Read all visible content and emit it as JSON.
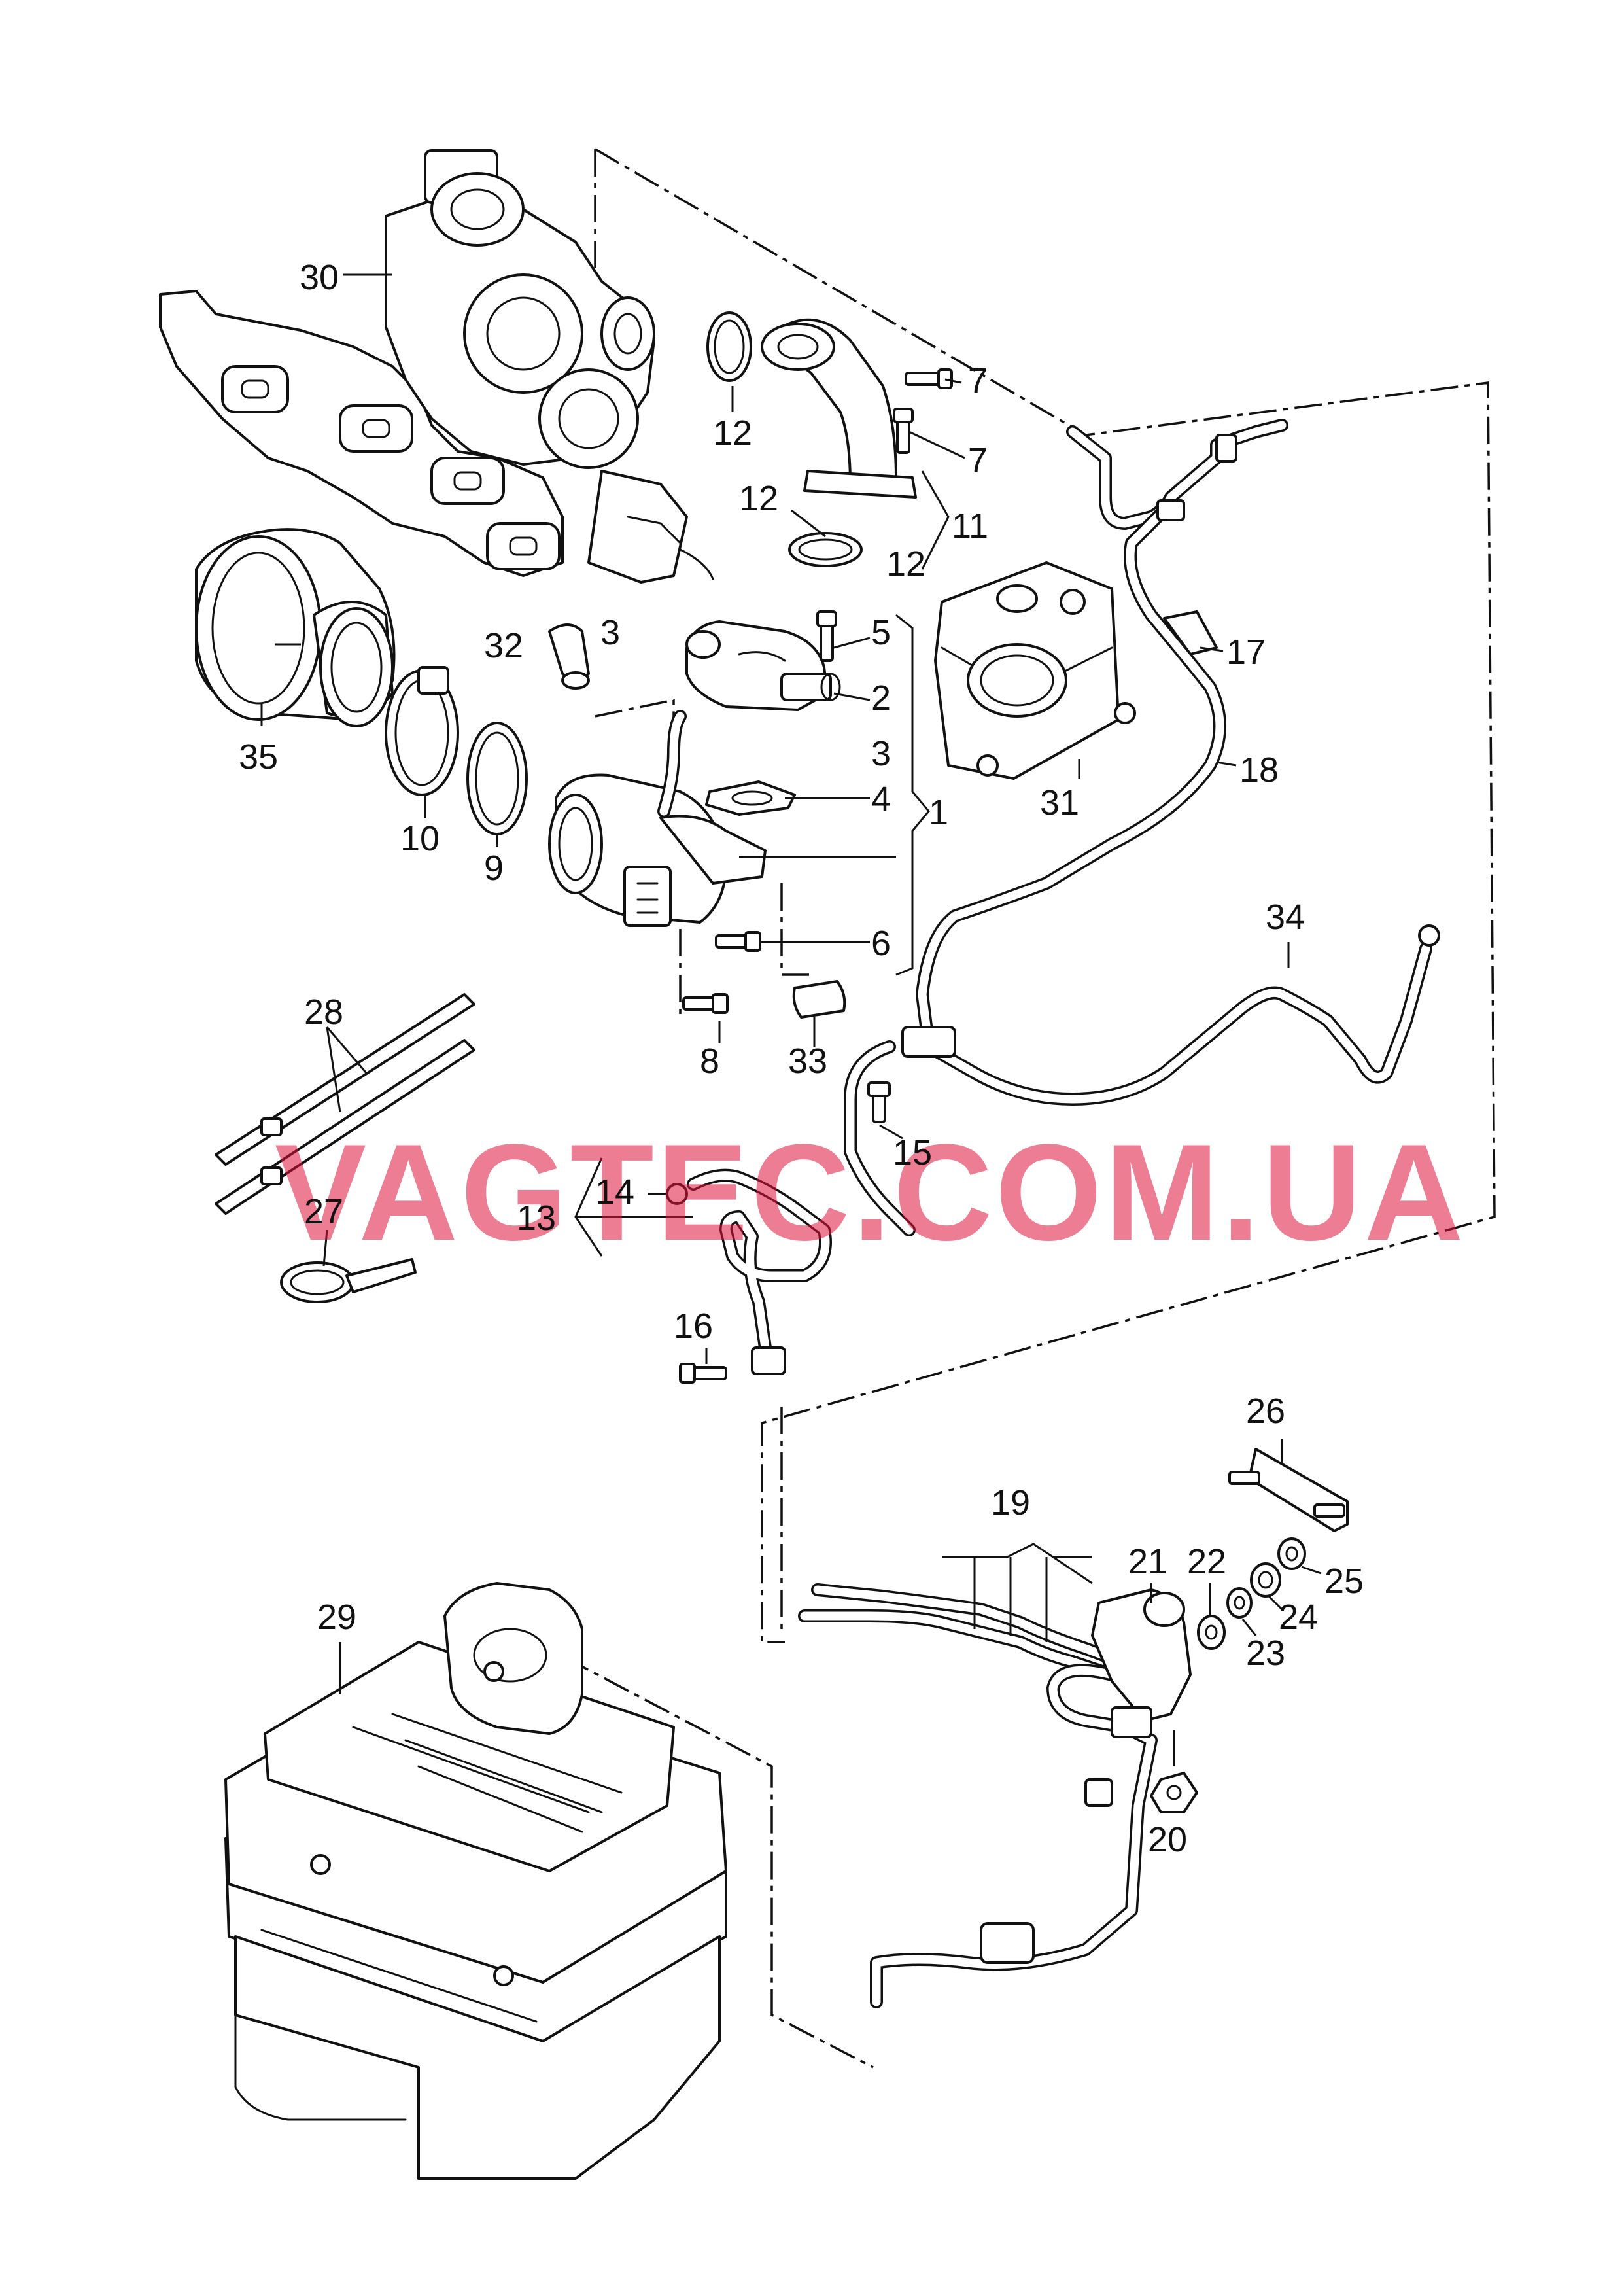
{
  "watermark": "VAGTEC.COM.UA",
  "callouts": {
    "c1": "1",
    "c2": "2",
    "c3a": "3",
    "c3b": "3",
    "c4": "4",
    "c5": "5",
    "c6": "6",
    "c7a": "7",
    "c7b": "7",
    "c8": "8",
    "c9": "9",
    "c10": "10",
    "c11": "11",
    "c12a": "12",
    "c12b": "12",
    "c12c": "12",
    "c13": "13",
    "c14": "14",
    "c15": "15",
    "c16": "16",
    "c17": "17",
    "c18": "18",
    "c19": "19",
    "c20": "20",
    "c21": "21",
    "c22": "22",
    "c23": "23",
    "c24": "24",
    "c25": "25",
    "c26": "26",
    "c27": "27",
    "c28": "28",
    "c29": "29",
    "c30": "30",
    "c31": "31",
    "c32": "32",
    "c33": "33",
    "c34": "34",
    "c35": "35"
  }
}
